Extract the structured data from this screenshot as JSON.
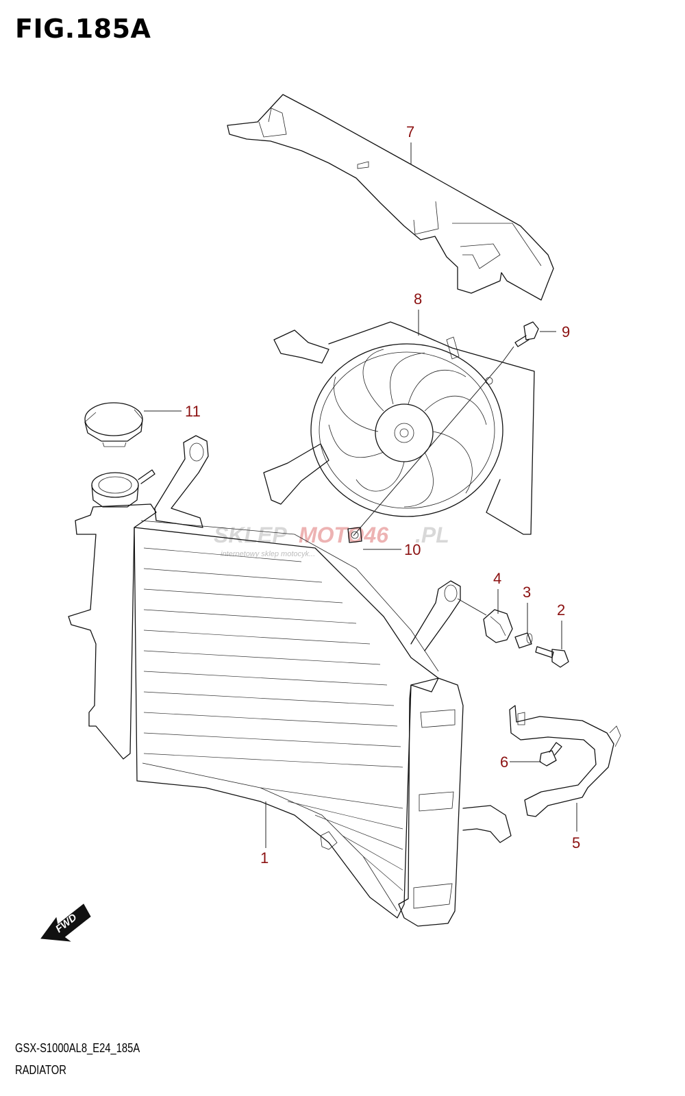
{
  "figure": {
    "title": "FIG.185A",
    "code": "GSX-S1000AL8_E24_185A",
    "name": "RADIATOR"
  },
  "watermark": {
    "part1": "SKLEP",
    "part2": "MOTO46",
    "part3": ".PL",
    "tagline": "internetowy sklep motocyk..."
  },
  "callouts": [
    {
      "id": "1",
      "label": "1",
      "part": "radiator"
    },
    {
      "id": "2",
      "label": "2",
      "part": "bolt"
    },
    {
      "id": "3",
      "label": "3",
      "part": "collar"
    },
    {
      "id": "4",
      "label": "4",
      "part": "grommet"
    },
    {
      "id": "5",
      "label": "5",
      "part": "hose-bracket"
    },
    {
      "id": "6",
      "label": "6",
      "part": "bolt"
    },
    {
      "id": "7",
      "label": "7",
      "part": "radiator-cover"
    },
    {
      "id": "8",
      "label": "8",
      "part": "cooling-fan"
    },
    {
      "id": "9",
      "label": "9",
      "part": "bolt"
    },
    {
      "id": "10",
      "label": "10",
      "part": "nut"
    },
    {
      "id": "11",
      "label": "11",
      "part": "radiator-cap"
    }
  ],
  "fwd_badge": "FWD",
  "colors": {
    "callout": "#8b1010",
    "line": "#111111"
  }
}
